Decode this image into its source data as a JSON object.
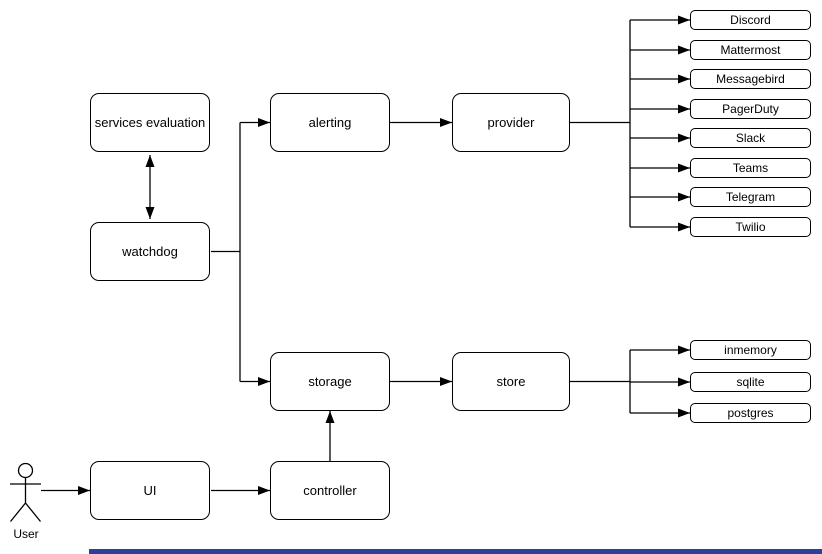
{
  "nodes": {
    "services_evaluation": "services evaluation",
    "watchdog": "watchdog",
    "alerting": "alerting",
    "provider": "provider",
    "storage": "storage",
    "store": "store",
    "ui": "UI",
    "controller": "controller"
  },
  "providers": [
    "Discord",
    "Mattermost",
    "Messagebird",
    "PagerDuty",
    "Slack",
    "Teams",
    "Telegram",
    "Twilio"
  ],
  "stores": [
    "inmemory",
    "sqlite",
    "postgres"
  ],
  "actor": {
    "label": "User"
  },
  "colors": {
    "stroke": "#000000",
    "node_fill": "#ffffff",
    "background": "#ffffff",
    "accent_bar": "#2d3f9a"
  }
}
